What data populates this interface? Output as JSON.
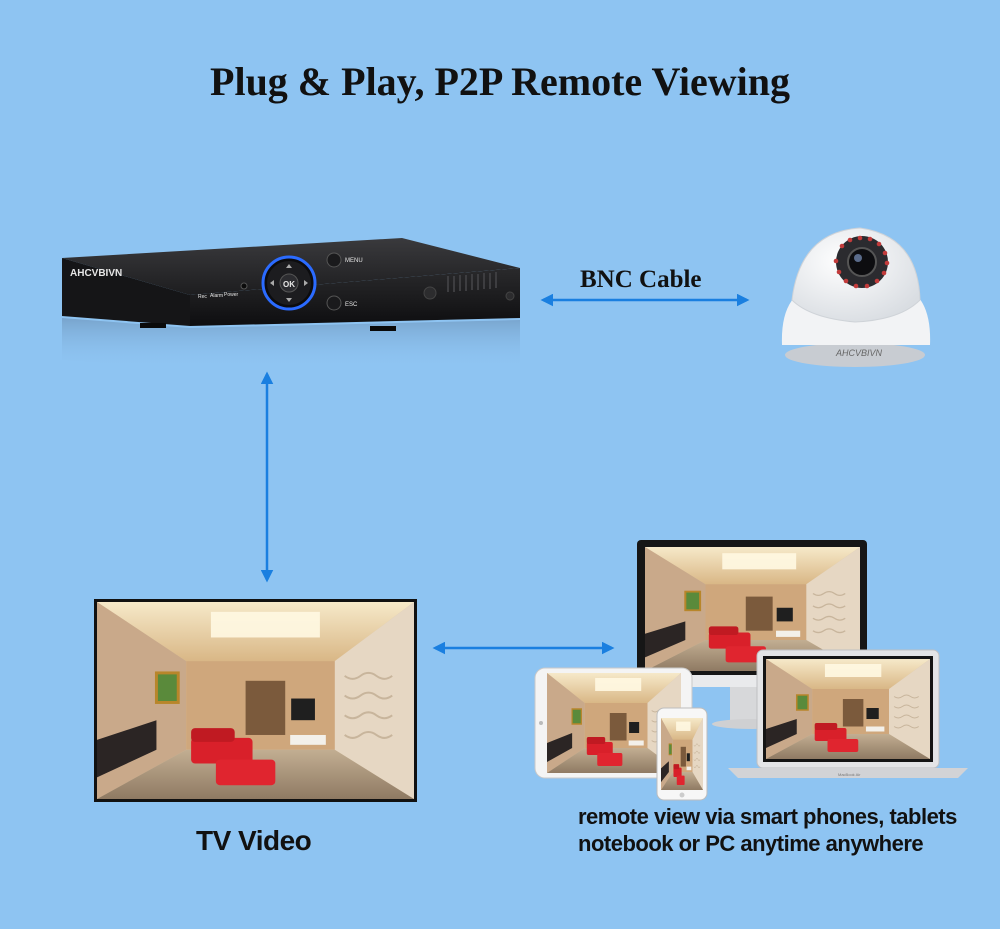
{
  "title": "Plug & Play, P2P Remote Viewing",
  "dvr": {
    "brand": "AHCVBIVN",
    "menu_label": "MENU",
    "esc_label": "ESC",
    "ok_label": "OK",
    "led_rec": "Rec",
    "led_alarm": "Alarm",
    "led_power": "Power"
  },
  "camera": {
    "brand": "AHCVBIVN"
  },
  "bnc_label": "BNC Cable",
  "tv_label": "TV Video",
  "remote_text": {
    "line1": "remote view via smart phones, tablets",
    "line2": "notebook or PC anytime anywhere"
  },
  "laptop_brand": "MacBook Air",
  "colors": {
    "background": "#8ec4f2",
    "arrow": "#1a7fe0",
    "dvr_body": "#1b1b1d",
    "dvr_ring": "#2b6bff",
    "sofa": "#d9202a"
  }
}
